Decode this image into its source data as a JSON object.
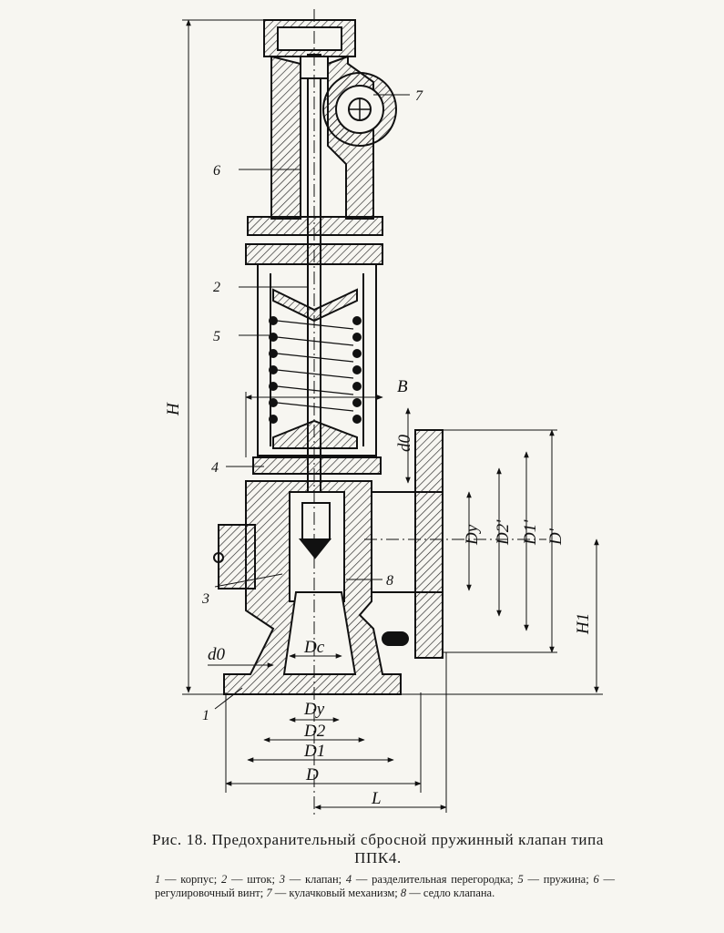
{
  "figure": {
    "caption_prefix": "Рис. 18.",
    "caption_title": "Предохранительный сбросной пружинный клапан типа ППК4.",
    "legend": [
      {
        "num": "1",
        "text": "корпус"
      },
      {
        "num": "2",
        "text": "шток"
      },
      {
        "num": "3",
        "text": "клапан"
      },
      {
        "num": "4",
        "text": "разделительная перегородка"
      },
      {
        "num": "5",
        "text": "пружина"
      },
      {
        "num": "6",
        "text": "регулировочный винт"
      },
      {
        "num": "7",
        "text": "кулачковый механизм"
      },
      {
        "num": "8",
        "text": "седло клапана"
      }
    ]
  },
  "callouts": {
    "n1": "1",
    "n2": "2",
    "n3": "3",
    "n4": "4",
    "n5": "5",
    "n6": "6",
    "n7": "7",
    "n8": "8"
  },
  "dimensions": {
    "H": "H",
    "H1": "H1",
    "B": "B",
    "L": "L",
    "d0_left": "d0",
    "d0_right": "d0",
    "Dc": "Dc",
    "Dy_bottom": "Dy",
    "D2_bottom": "D2",
    "D1_bottom": "D1",
    "D_bottom": "D",
    "Dy_right": "Dy",
    "D2_right": "D2'",
    "D1_right": "D1'",
    "D_right": "D'"
  }
}
